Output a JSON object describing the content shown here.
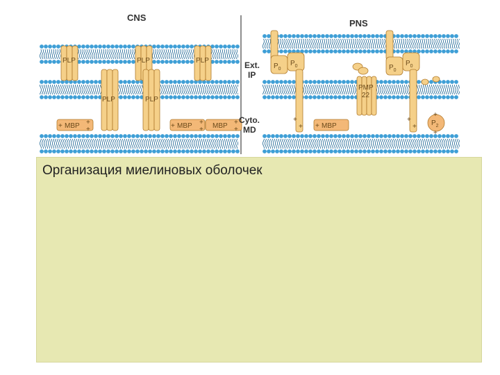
{
  "figure": {
    "cns_heading": "CNS",
    "pns_heading": "PNS",
    "ext_label": "Ext.",
    "ip_label": "IP",
    "cyto_label": "Cyto.",
    "md_label": "MD",
    "plp": "PLP",
    "mbp": "MBP",
    "pmp": "PMP",
    "pmp_num": "22",
    "p0": "P",
    "p0_sub": "0",
    "p2": "P",
    "p2_sub": "2",
    "plus": "+",
    "colors": {
      "lipid_head": "#3f9fd6",
      "lipid_tail": "#2b6f9a",
      "protein": "#f5d089",
      "protein_stroke": "#b07a2c",
      "mbp": "#f3b877",
      "panel": "#e7e8b2"
    }
  },
  "caption": "Организация миелиновых оболочек"
}
